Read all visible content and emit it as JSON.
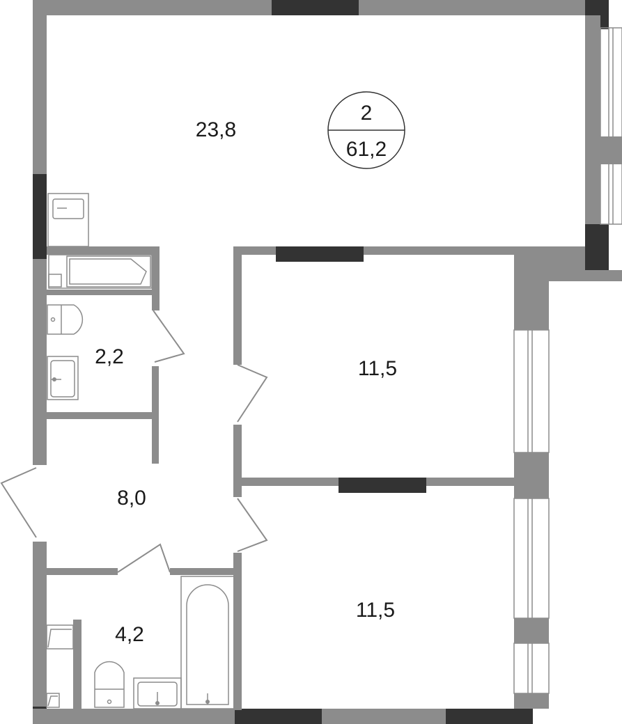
{
  "plan": {
    "rooms_count": "2",
    "total_area": "61,2",
    "areas": {
      "living": "23,8",
      "bath_small": "2,2",
      "hall": "8,0",
      "bedroom_top": "11,5",
      "bedroom_bottom": "11,5",
      "bath_large": "4,2"
    }
  },
  "colors": {
    "wall": "#8c8c8c",
    "window_wall": "#333333",
    "text": "#1a1a1a"
  }
}
